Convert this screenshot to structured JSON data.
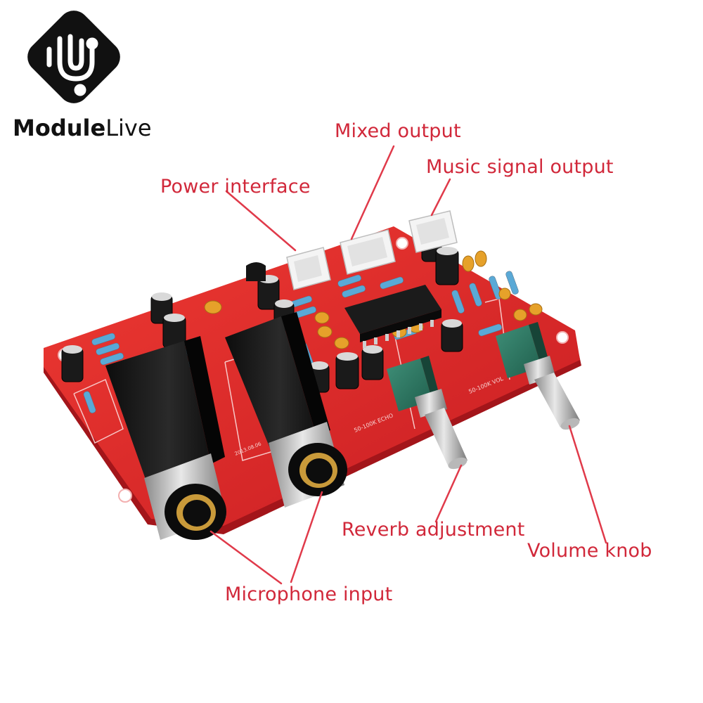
{
  "brand": {
    "name_bold": "Module",
    "name_light": "Live"
  },
  "colors": {
    "label_text": "#d1283a",
    "leader_line": "#e03a4a",
    "board": "#e4262a",
    "board_dark": "#b81a1e",
    "logo": "#111111"
  },
  "labels": {
    "mixed_output": "Mixed output",
    "music_signal_output": "Music signal output",
    "power_interface": "Power interface",
    "reverb_adjustment": "Reverb adjustment",
    "volume_knob": "Volume knob",
    "microphone_input": "Microphone input"
  },
  "board_markings": {
    "echo_pot": "50-100K ECHO",
    "vol_pot": "50-100K VOL",
    "date_code": "2013.08.06"
  }
}
